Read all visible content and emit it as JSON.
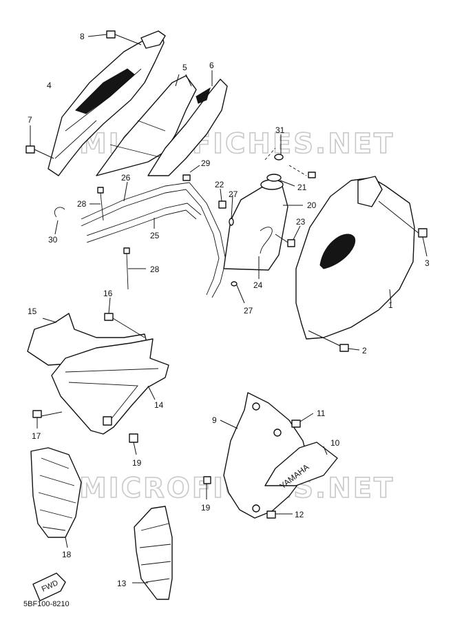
{
  "watermark": "MICROFICHES.NET",
  "part_code": "5BF100-8210",
  "brand_text": "YAMAHA",
  "fwd_label": "FWD",
  "callouts": [
    "1",
    "2",
    "3",
    "4",
    "5",
    "6",
    "7",
    "8",
    "9",
    "10",
    "11",
    "12",
    "13",
    "14",
    "15",
    "16",
    "17",
    "18",
    "19",
    "19",
    "20",
    "21",
    "22",
    "23",
    "24",
    "25",
    "26",
    "27",
    "27",
    "28",
    "28",
    "29",
    "30",
    "31"
  ]
}
